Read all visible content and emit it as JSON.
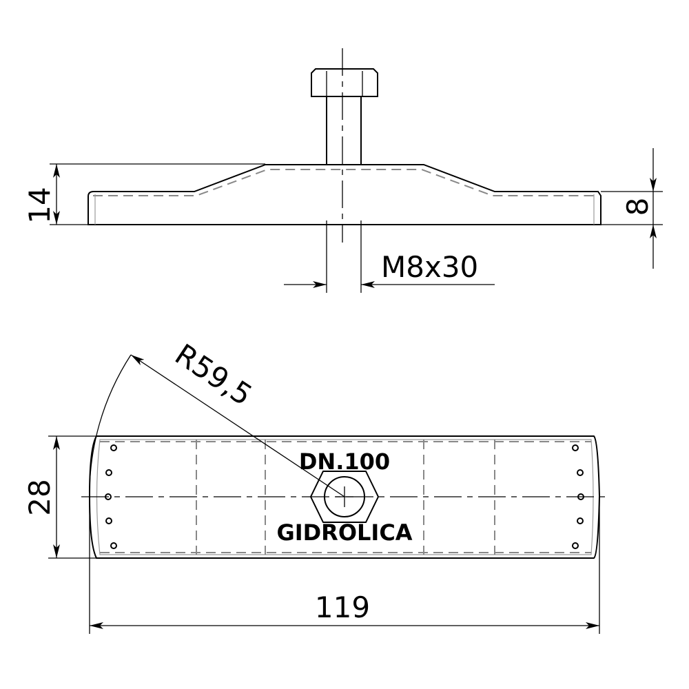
{
  "dimensions": {
    "height_total": "14",
    "height_edge": "8",
    "bolt": "M8x30",
    "radius": "R59,5",
    "width": "28",
    "length": "119"
  },
  "markings": {
    "size": "DN.100",
    "brand": "GIDROLICA"
  }
}
